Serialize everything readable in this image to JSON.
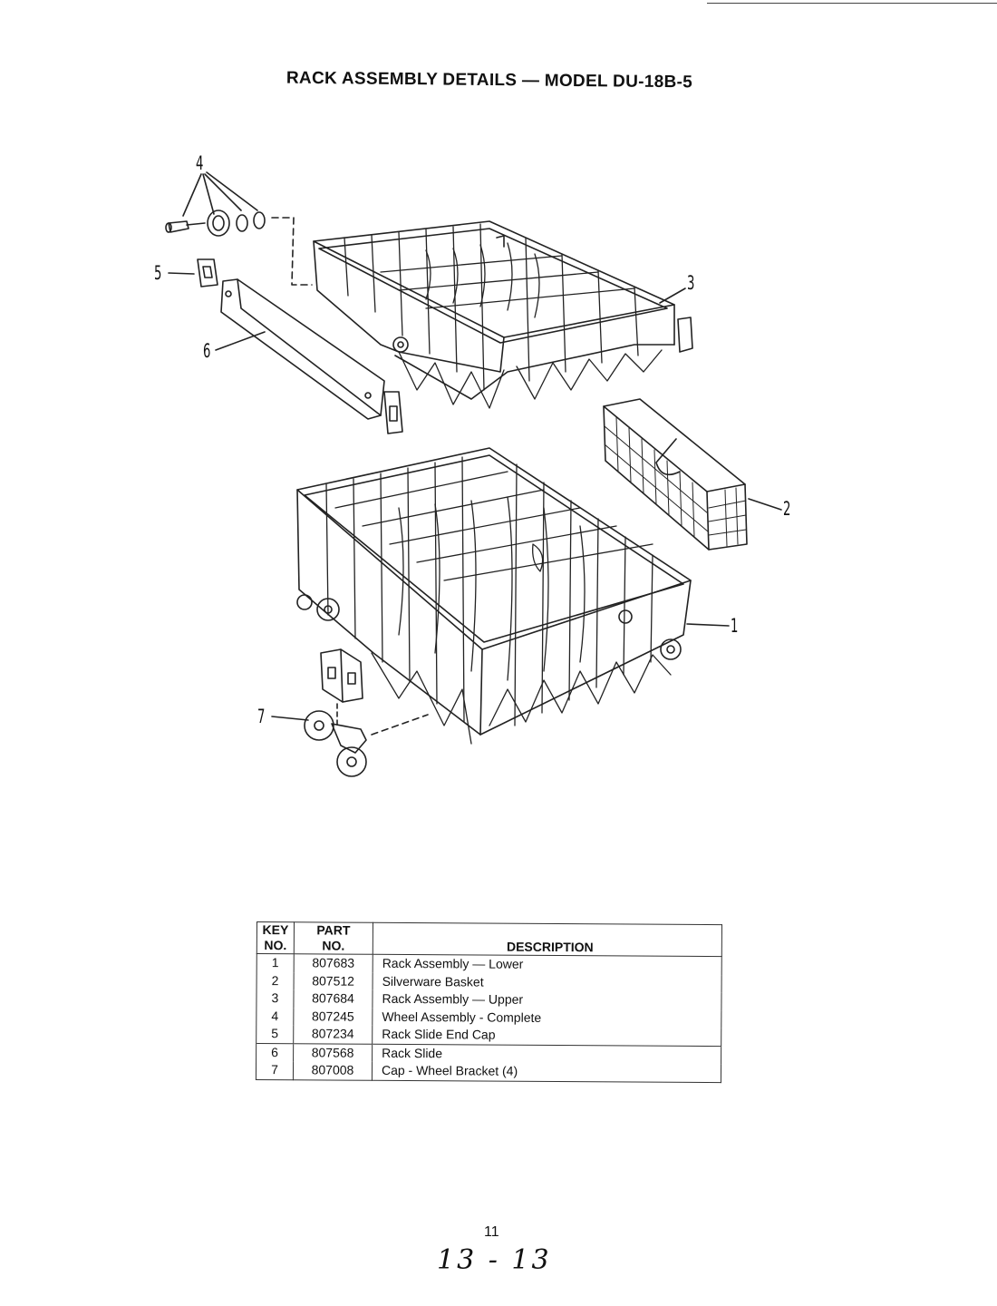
{
  "title": "RACK ASSEMBLY DETAILS — MODEL DU-18B-5",
  "callouts": [
    "4",
    "5",
    "6",
    "3",
    "2",
    "1",
    "7"
  ],
  "table": {
    "headers": {
      "key_line1": "KEY",
      "key_line2": "NO.",
      "part_line1": "PART",
      "part_line2": "NO.",
      "description": "DESCRIPTION"
    },
    "rows": [
      {
        "key": "1",
        "part": "807683",
        "description": "Rack Assembly — Lower"
      },
      {
        "key": "2",
        "part": "807512",
        "description": "Silverware Basket"
      },
      {
        "key": "3",
        "part": "807684",
        "description": "Rack Assembly — Upper"
      },
      {
        "key": "4",
        "part": "807245",
        "description": "Wheel Assembly - Complete"
      },
      {
        "key": "5",
        "part": "807234",
        "description": "Rack Slide End Cap"
      },
      {
        "key": "6",
        "part": "807568",
        "description": "Rack Slide"
      },
      {
        "key": "7",
        "part": "807008",
        "description": "Cap - Wheel Bracket  (4)"
      }
    ]
  },
  "page_number": "11",
  "handwritten_note": "13 - 13"
}
